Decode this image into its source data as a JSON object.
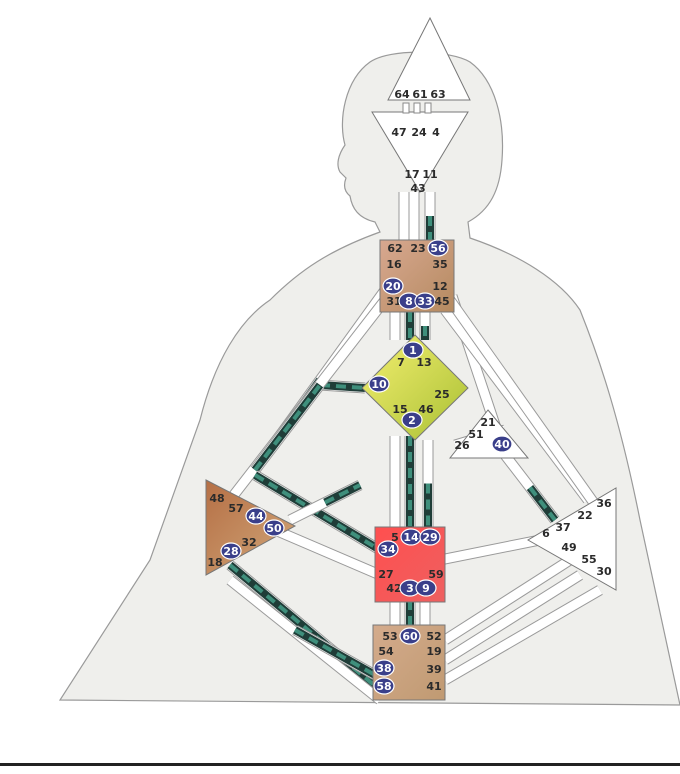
{
  "colors": {
    "figure_fill": "#efefec",
    "figure_stroke": "#9a9a9a",
    "channel_fill": "#ffffff",
    "channel_defined_dark": "#1f3d38",
    "channel_defined_teal": "#3f8f7c",
    "active_gate": "#3a3f8a",
    "head": "#ffffff",
    "ajna": "#ffffff",
    "throat": "#c89a76",
    "g_center": "#c9d63e",
    "heart": "#ffffff",
    "spleen": "#c18a57",
    "solar_plexus": "#ffffff",
    "sacral": "#e63a3a",
    "root": "#c9a07e"
  },
  "centers": {
    "head": {
      "gates": [
        "64",
        "61",
        "63"
      ]
    },
    "ajna": {
      "gates": [
        "47",
        "24",
        "4",
        "17",
        "11",
        "43"
      ]
    },
    "throat": {
      "gates": [
        "62",
        "23",
        "56",
        "16",
        "35",
        "20",
        "12",
        "31",
        "8",
        "33",
        "45"
      ]
    },
    "g": {
      "gates": [
        "1",
        "7",
        "13",
        "10",
        "25",
        "15",
        "46",
        "2"
      ]
    },
    "heart": {
      "gates": [
        "21",
        "51",
        "26",
        "40"
      ]
    },
    "spleen": {
      "gates": [
        "48",
        "57",
        "44",
        "50",
        "32",
        "28",
        "18"
      ]
    },
    "solar_plexus": {
      "gates": [
        "36",
        "22",
        "37",
        "6",
        "49",
        "55",
        "30"
      ]
    },
    "sacral": {
      "gates": [
        "5",
        "14",
        "29",
        "34",
        "27",
        "59",
        "42",
        "3",
        "9"
      ]
    },
    "root": {
      "gates": [
        "53",
        "60",
        "52",
        "54",
        "19",
        "38",
        "39",
        "58",
        "41"
      ]
    }
  },
  "active_gates": [
    "56",
    "20",
    "8",
    "33",
    "1",
    "10",
    "2",
    "40",
    "44",
    "50",
    "28",
    "14",
    "29",
    "34",
    "3",
    "9",
    "60",
    "38",
    "58"
  ]
}
